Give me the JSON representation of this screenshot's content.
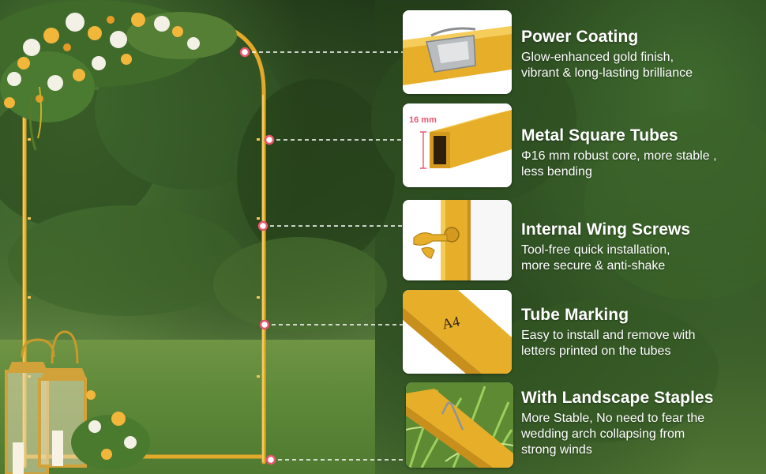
{
  "features": [
    {
      "title": "Power Coating",
      "lines": [
        "Glow-enhanced gold finish,",
        "vibrant & long-lasting brilliance"
      ],
      "image_icon": "gold-clip-icon"
    },
    {
      "title": "Metal Square Tubes",
      "lines": [
        "Φ16 mm robust core, more stable ,",
        "less bending"
      ],
      "image_icon": "square-tube-icon",
      "dimension_label": "16 mm"
    },
    {
      "title": "Internal Wing Screws",
      "lines": [
        "Tool-free quick installation,",
        "more secure & anti-shake"
      ],
      "image_icon": "wing-screw-icon"
    },
    {
      "title": "Tube Marking",
      "lines": [
        "Easy to install and remove with",
        "letters printed on the tubes"
      ],
      "image_icon": "marked-tube-icon",
      "tube_mark": "A4"
    },
    {
      "title": "With Landscape Staples",
      "lines": [
        "More Stable, No need to fear the",
        "wedding arch collapsing from",
        "strong winds"
      ],
      "image_icon": "landscape-staple-icon"
    }
  ],
  "colors": {
    "gold": "#e3a92a",
    "gold_light": "#f3c75a",
    "callout_dot": "#e8556f",
    "text": "#ffffff"
  }
}
